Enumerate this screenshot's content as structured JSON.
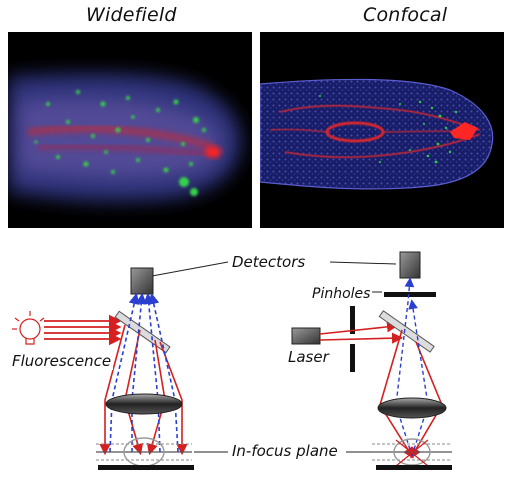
{
  "titles": {
    "left": "Widefield",
    "right": "Confocal"
  },
  "labels": {
    "detectors": "Detectors",
    "pinholes": "Pinholes",
    "fluorescence": "Fluorescence",
    "laser": "Laser",
    "in_focus_plane": "In-focus plane"
  },
  "colors": {
    "beam_red": "#d42020",
    "beam_blue": "#2a3fd0",
    "sketch_gray": "#444444"
  }
}
